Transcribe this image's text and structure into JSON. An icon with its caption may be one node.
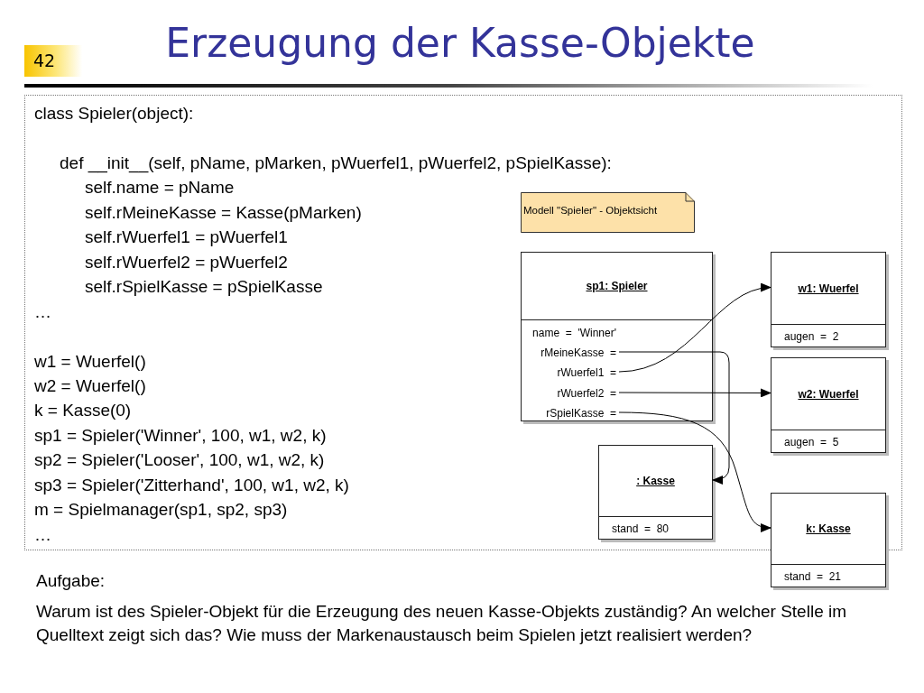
{
  "diagram": {
    "title": "Erzeugung der Kasse-Objekte",
    "nodes": [
      {
        "text": [
          "class Spieler(object):",
          "def __init__(self, pName, pMarken, pWuerfel1, pWuerfel2, pSpielKasse):",
          "self.name = pName",
          "self.rMeineKasse = Kasse(pMarken)",
          "self.rWuerfel1 = pWuerfel1",
          "self.rWuerfel2 = pWuerfel2",
          "self.rSpielKasse = pSpielKasse",
          "…",
          "w1 = Wuerfel()",
          "w2 = Wuerfel()",
          "k = Kasse(0)",
          "sp1 = Spieler('Winner', 100, w1, w2, k)",
          "sp2 = Spieler('Looser', 100, w1, w2, k)",
          "sp3 = Spieler('Zitterhand', 100, w1, w2, k)",
          "m = Spielmanager(sp1, sp2, sp3)",
          "…"
        ]
      },
      {
        "text": [
          "Modell \"Spieler\" - Objektsicht"
        ],
        "in": 0
      },
      {
        "text": [
          "sp1: Spieler",
          "name  =  'Winner'",
          "rMeineKasse  =",
          "rWuerfel1  =",
          "rWuerfel2  =",
          "rSpielKasse  ="
        ],
        "in": 0
      },
      {
        "text": [
          "w1: Wuerfel",
          "augen  =  2"
        ],
        "in": 0
      },
      {
        "text": [
          "w2: Wuerfel",
          "augen  =  5"
        ],
        "in": 0
      },
      {
        "text": [
          ": Kasse",
          "stand  =  80"
        ],
        "in": 0
      },
      {
        "text": [
          "k: Kasse",
          "stand  =  21"
        ]
      }
    ],
    "edges": [
      {
        "from": 2,
        "to": 5,
        "arrow": "to"
      },
      {
        "from": 2,
        "to": 3,
        "arrow": "to"
      },
      {
        "from": 2,
        "to": 4,
        "arrow": "to"
      },
      {
        "from": 2,
        "to": 6,
        "arrow": "to"
      }
    ],
    "labels": [
      "42",
      "Aufgabe:",
      "Warum ist des Spieler-Objekt für die Erzeugung des neuen Kasse-Objekts zuständig? An welcher Stelle im Quelltext zeigt sich das? Wie muss der Markenaustausch beim Spielen jetzt realisiert werden?"
    ]
  }
}
